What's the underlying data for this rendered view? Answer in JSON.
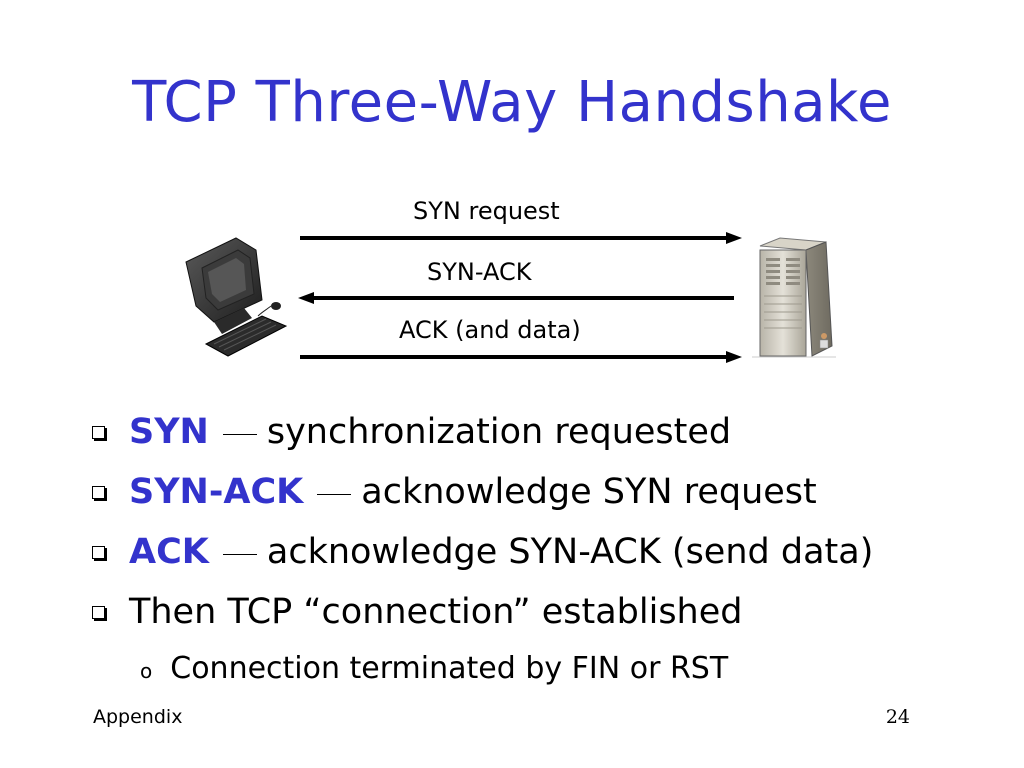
{
  "slide": {
    "title": "TCP Three-Way Handshake",
    "footer_left": "Appendix",
    "page_number": "24"
  },
  "diagram": {
    "client_icon": "desktop-computer-icon",
    "server_icon": "server-tower-icon",
    "messages": [
      {
        "label": "SYN request",
        "direction": "client-to-server"
      },
      {
        "label": "SYN-ACK",
        "direction": "server-to-client"
      },
      {
        "label": "ACK (and data)",
        "direction": "client-to-server"
      }
    ]
  },
  "bullets": [
    {
      "term": "SYN",
      "text": "synchronization requested"
    },
    {
      "term": "SYN-ACK",
      "text": "acknowledge SYN request"
    },
    {
      "term": "ACK",
      "text": "acknowledge SYN-ACK (send data)"
    },
    {
      "term": "",
      "text": "Then TCP “connection” established"
    }
  ],
  "sub_bullets": [
    {
      "marker": "o",
      "text": "Connection terminated by FIN or RST"
    }
  ],
  "colors": {
    "title": "#3333cc",
    "term": "#3333cc",
    "text": "#000000"
  }
}
